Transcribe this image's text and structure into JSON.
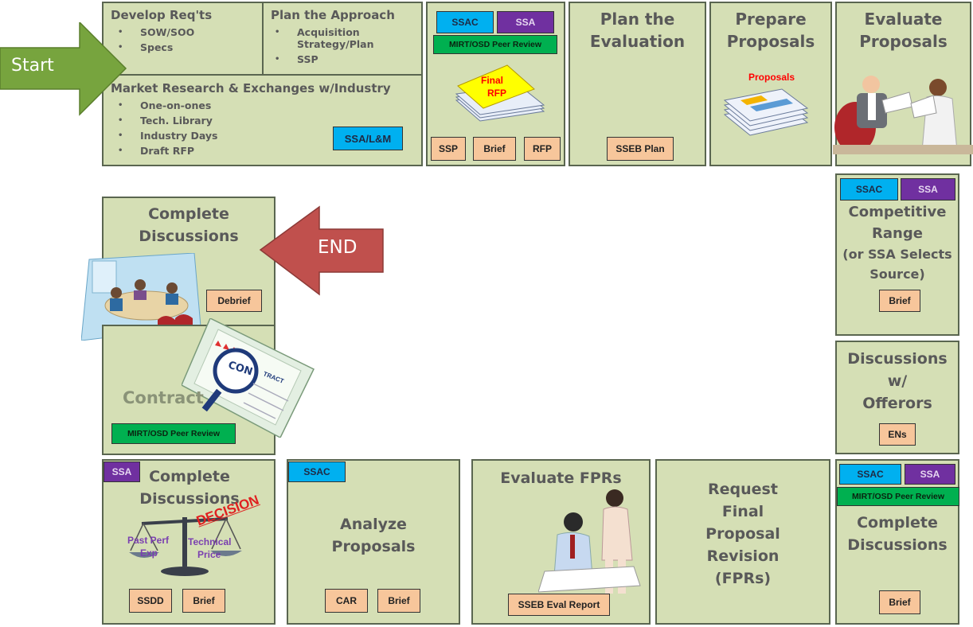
{
  "start_label": "Start",
  "end_label": "END",
  "develop": {
    "title": "Develop Req'ts",
    "items": [
      "SOW/SOO",
      "Specs"
    ]
  },
  "approach": {
    "title": "Plan the Approach",
    "items": [
      "Acquisition Strategy/Plan",
      "SSP"
    ]
  },
  "market": {
    "title": "Market Research & Exchanges w/Industry",
    "items": [
      "One-on-ones",
      "Tech. Library",
      "Industry Days",
      "Draft RFP"
    ],
    "tag": "SSA/L&M"
  },
  "rfp_box": {
    "tags": [
      "SSAC",
      "SSA"
    ],
    "peer_review": "MIRT/OSD Peer Review",
    "doc_label_1": "Final",
    "doc_label_2": "RFP",
    "bottom_tags": [
      "SSP",
      "Brief",
      "RFP"
    ]
  },
  "plan_eval": {
    "title_1": "Plan the",
    "title_2": "Evaluation",
    "tag": "SSEB Plan"
  },
  "prepare": {
    "title_1": "Prepare",
    "title_2": "Proposals",
    "doc_label": "Proposals"
  },
  "evaluate": {
    "title_1": "Evaluate",
    "title_2": "Proposals"
  },
  "comp_range": {
    "tags": [
      "SSAC",
      "SSA"
    ],
    "lines": [
      "Competitive",
      "Range",
      "(or SSA Selects",
      "Source)"
    ],
    "tag": "Brief"
  },
  "disc_offerors": {
    "lines": [
      "Discussions",
      "w/",
      "Offerors"
    ],
    "tag": "ENs"
  },
  "complete_br": {
    "tags": [
      "SSAC",
      "SSA"
    ],
    "peer_review": "MIRT/OSD Peer Review",
    "lines": [
      "Complete",
      "Discussions"
    ],
    "tag": "Brief"
  },
  "request_fpr": {
    "lines": [
      "Request",
      "Final",
      "Proposal",
      "Revision",
      "(FPRs)"
    ]
  },
  "eval_fpr": {
    "title": "Evaluate FPRs",
    "tag": "SSEB Eval Report"
  },
  "analyze": {
    "tag_top": "SSAC",
    "lines": [
      "Analyze",
      "Proposals"
    ],
    "tags": [
      "CAR",
      "Brief"
    ]
  },
  "complete_bl": {
    "tag_top": "SSA",
    "lines": [
      "Complete",
      "Discussions"
    ],
    "decision": "DECISION",
    "scale_left_1": "Past Perf",
    "scale_left_2": "Exp",
    "scale_right_1": "Technical",
    "scale_right_2": "Price",
    "tags": [
      "SSDD",
      "Brief"
    ]
  },
  "complete_top": {
    "lines": [
      "Complete",
      "Discussions"
    ],
    "tag": "Debrief"
  },
  "contract": {
    "title": "Contract",
    "stamp_1": "CON",
    "stamp_2": "TRACT",
    "peer_review": "MIRT/OSD Peer Review"
  }
}
